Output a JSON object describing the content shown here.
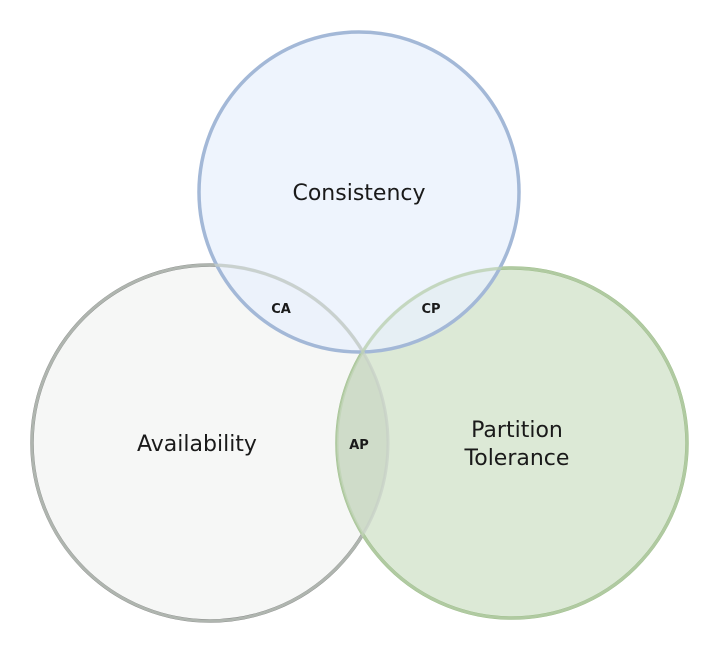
{
  "diagram": {
    "sets": [
      {
        "id": "consistency",
        "label": "Consistency",
        "fill": "#e9f1fd",
        "stroke": "#a3b8d7"
      },
      {
        "id": "availability",
        "label": "Availability",
        "fill": "#f6f7f6",
        "stroke": "#7a7a7a"
      },
      {
        "id": "partition",
        "label_lines": [
          "Partition",
          "Tolerance"
        ],
        "fill": "#dce9d6",
        "stroke": "#93b77d"
      }
    ],
    "intersections": {
      "ca": "CA",
      "cp": "CP",
      "ap": "AP"
    }
  }
}
